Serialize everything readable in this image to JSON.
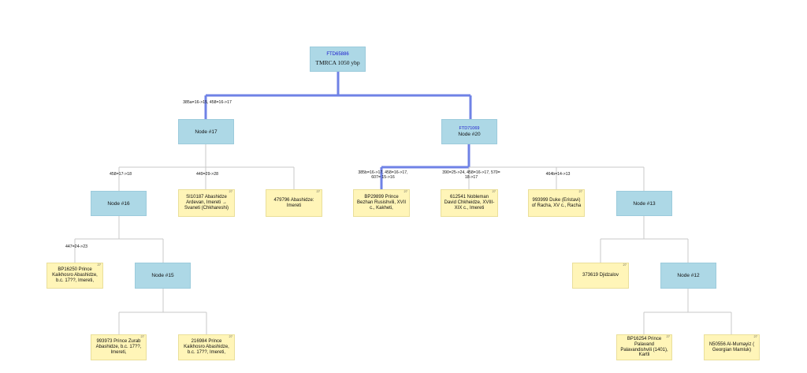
{
  "root": {
    "haplogroup": "FTD65886",
    "label": "TMRCA 1050 ybp"
  },
  "nodes": {
    "n17": {
      "label": "Node #17"
    },
    "n20": {
      "haplogroup": "FTD71069",
      "label": "Node #20"
    },
    "n16": {
      "label": "Node #16"
    },
    "n15": {
      "label": "Node #15"
    },
    "n13": {
      "label": "Node #13"
    },
    "n12": {
      "label": "Node #12"
    }
  },
  "leaves": {
    "l1": "SI10187 Abashidze Ardevan, Imereti → Svaneti (Chkhareshi)",
    "l2": "479796 Abashidze: Imereti",
    "l3": "BP29899 Prince Bezhan Rusishvili, XVII c., Kakheti,",
    "l4": "612541 Nobleman David Chkheidze, XVIII-XIX c., Imereti",
    "l5": "993999 Duke (Eristavi) of Racha, XV c., Racha",
    "l6": "BP16250 Prince Kaikhosro Abashidze, b.c. 17??, Imereti,",
    "l7": "373619 Djidzalov",
    "l8": "993973 Prince Zurab Abashidze, b.c. 17??, Imereti,",
    "l9": "216984 Prince Kaikhosro Abashidze, b.c. 17??, Imereti,",
    "l10": "BP16254 Prince Palavand Palavandishvili (1401), Kartli",
    "l11": "N50556 Al-Mumayiz ( Georgian Mamluk)"
  },
  "leaf_marker": "27",
  "mutations": {
    "m_root_17": "385a=16->15, 458=16->17",
    "m_16": "458=17->18",
    "m_l1": "449=29->28",
    "m_l3": "385b=16->17, 458=16->17, 607= 15->16",
    "m_l4": "390=25->24, 458=16->17, 570= 18->17",
    "m_l5": "464b=14->13",
    "m_l6": "447=24->23"
  },
  "colors": {
    "node_fill": "#add8e6",
    "leaf_fill": "#fff5b8",
    "highlight_edge": "#6f82e6",
    "edge": "#c8c8c8",
    "haplogroup_text": "#1a1acc"
  }
}
